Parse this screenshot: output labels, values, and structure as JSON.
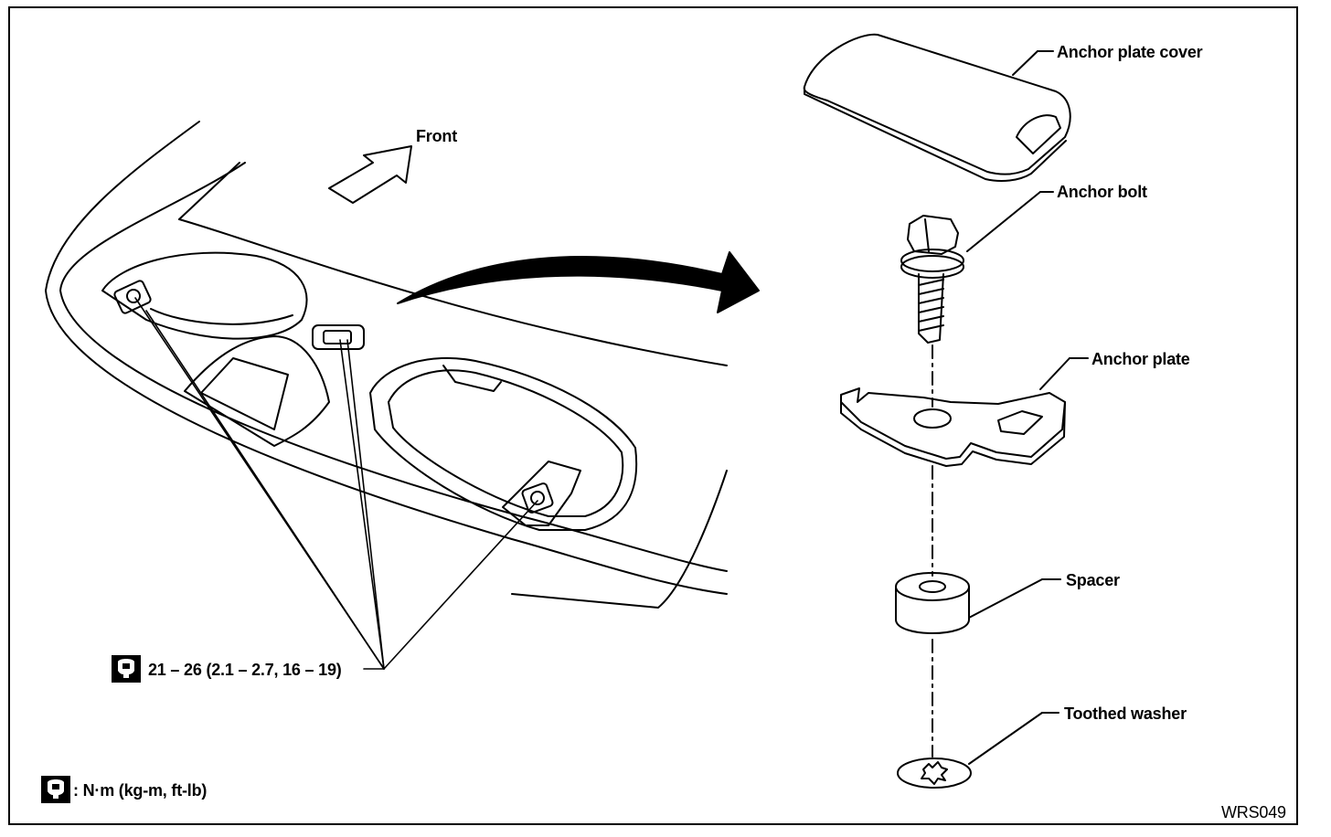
{
  "labels": {
    "front": "Front",
    "anchor_plate_cover": "Anchor plate cover",
    "anchor_bolt": "Anchor bolt",
    "anchor_plate": "Anchor plate",
    "spacer": "Spacer",
    "toothed_washer": "Toothed washer"
  },
  "torque": {
    "spec": "21 – 26 (2.1 – 2.7, 16 – 19)",
    "legend": ": N·m (kg-m, ft-lb)",
    "icon": "torque-wrench-icon"
  },
  "figure_code": "WRS049"
}
